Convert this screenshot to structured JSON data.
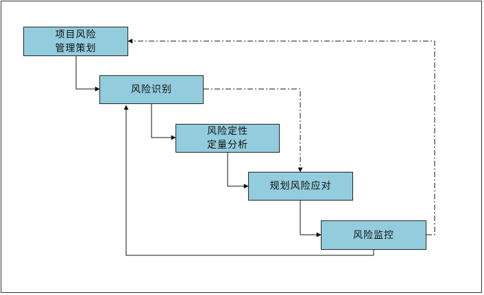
{
  "diagram": {
    "nodes": {
      "planning": "项目风险\n管理策划",
      "identify": "风险识别",
      "qualitative": "风险定性\n定量分析",
      "response": "规划风险应对",
      "monitor": "风险监控"
    },
    "colors": {
      "box_fill": "#93cddd",
      "box_border": "#222222",
      "line": "#111111",
      "frame": "#333333"
    }
  }
}
